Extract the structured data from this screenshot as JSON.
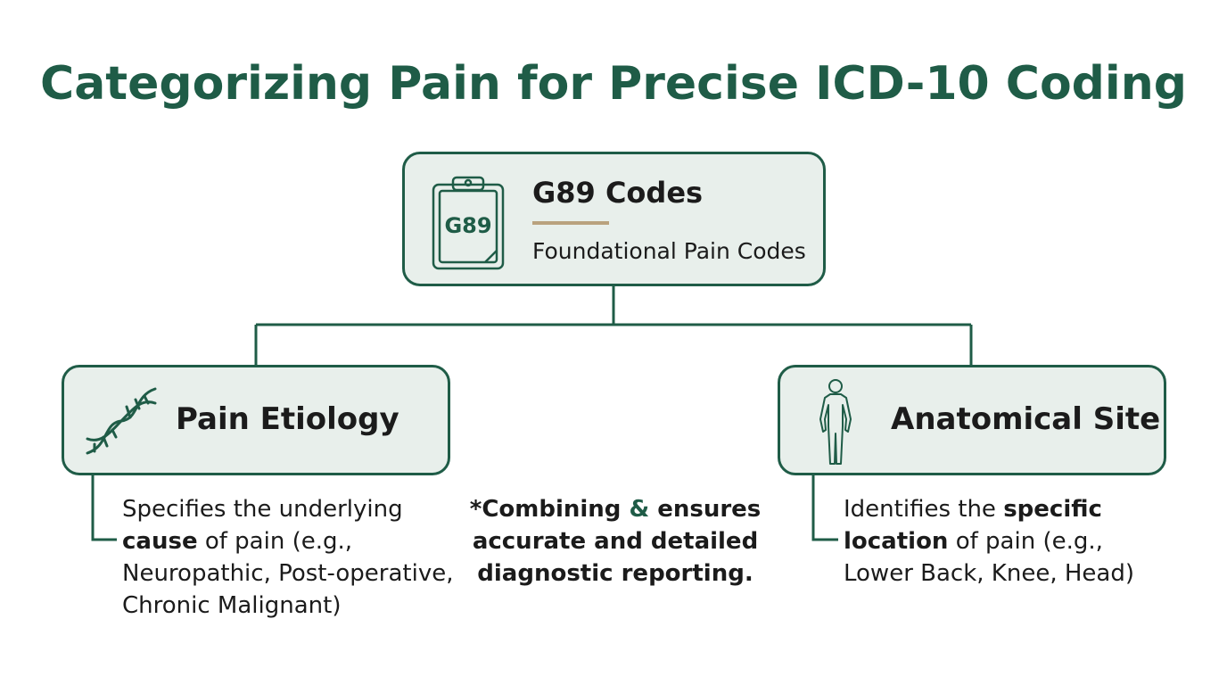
{
  "title": "Categorizing Pain for Precise ICD-10 Coding",
  "top_node": {
    "heading": "G89 Codes",
    "subtitle": "Foundational Pain Codes",
    "icon": "clipboard-icon",
    "icon_text": "G89"
  },
  "left_node": {
    "heading": "Pain Etiology",
    "icon": "dna-icon",
    "desc": {
      "line1": "Specifies the underlying",
      "line2_bold": "cause",
      "line2_rest": " of pain (e.g.,",
      "line3": "Neuropathic, Post-operative,",
      "line4": "Chronic Malignant)"
    }
  },
  "right_node": {
    "heading": "Anatomical Site",
    "icon": "human-body-icon",
    "desc": {
      "line1_pre": "Identifies the ",
      "line1_bold": "specific",
      "line2_bold": "location",
      "line2_rest": " of pain (e.g.,",
      "line3": "Lower Back, Knee, Head)"
    }
  },
  "note": {
    "pre": "*Combining ",
    "amp": "&",
    "post": " ensures",
    "line2": "accurate and detailed",
    "line3": "diagnostic reporting."
  },
  "colors": {
    "primary": "#1f5c47",
    "box_fill": "#e8efeb",
    "accent_rule": "#b9a27e",
    "text": "#1b1b1b"
  }
}
